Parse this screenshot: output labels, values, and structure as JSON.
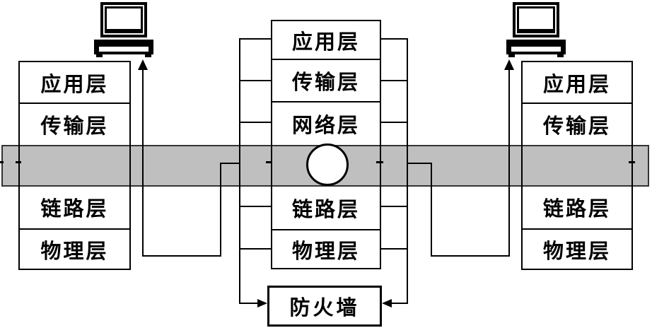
{
  "diagram": {
    "left_host": {
      "layers": [
        "应用层",
        "传输层",
        "链路层",
        "物理层"
      ]
    },
    "firewall_host": {
      "layers": [
        "应用层",
        "传输层",
        "网络层",
        "链路层",
        "物理层"
      ]
    },
    "right_host": {
      "layers": [
        "应用层",
        "传输层",
        "链路层",
        "物理层"
      ]
    },
    "firewall_box_label": "防火墙",
    "colors": {
      "band_fill": "#bfbfbf",
      "line": "#000000"
    }
  }
}
